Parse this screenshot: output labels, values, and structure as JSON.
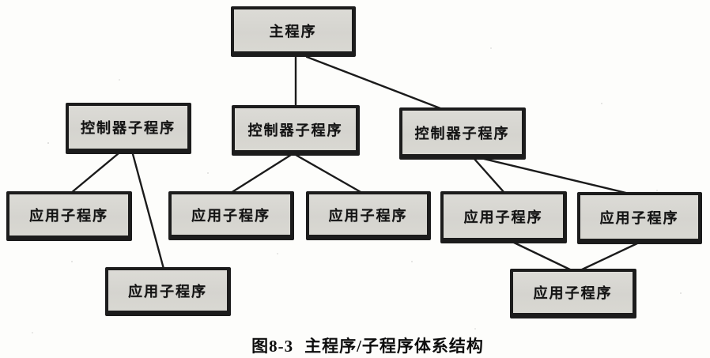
{
  "diagram": {
    "nodes": {
      "main": {
        "label": "主程序"
      },
      "ctrl_left": {
        "label": "控制器子程序"
      },
      "ctrl_mid": {
        "label": "控制器子程序"
      },
      "ctrl_right": {
        "label": "控制器子程序"
      },
      "app1": {
        "label": "应用子程序"
      },
      "app2": {
        "label": "应用子程序"
      },
      "app3": {
        "label": "应用子程序"
      },
      "app4": {
        "label": "应用子程序"
      },
      "app5": {
        "label": "应用子程序"
      },
      "app6": {
        "label": "应用子程序"
      },
      "app7": {
        "label": "应用子程序"
      }
    },
    "edges": [
      {
        "from": "main",
        "to": "ctrl_mid"
      },
      {
        "from": "main",
        "to": "ctrl_right"
      },
      {
        "from": "ctrl_left",
        "to": "app1"
      },
      {
        "from": "ctrl_left",
        "to": "app6"
      },
      {
        "from": "ctrl_mid",
        "to": "app2"
      },
      {
        "from": "ctrl_mid",
        "to": "app3"
      },
      {
        "from": "ctrl_right",
        "to": "app4"
      },
      {
        "from": "ctrl_right",
        "to": "app5"
      },
      {
        "from": "app4",
        "to": "app7"
      },
      {
        "from": "app5",
        "to": "app7"
      }
    ],
    "caption": {
      "figure_number": "图8-3",
      "title": "主程序/子程序体系结构"
    },
    "colors": {
      "background": "#fdfdfb",
      "box_fill": "#d7d6d1",
      "box_border": "#1c1c1c",
      "line": "#1b1b1b",
      "text": "#141414"
    }
  }
}
